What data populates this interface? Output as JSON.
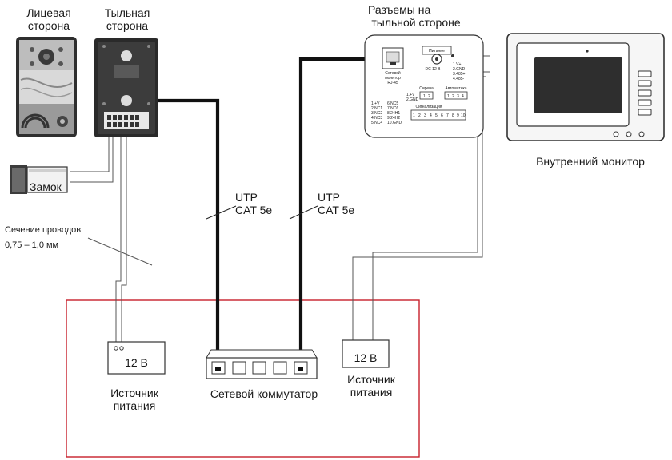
{
  "labels": {
    "front_side": [
      "Лицевая",
      "сторона"
    ],
    "rear_side": [
      "Тыльная",
      "сторона"
    ],
    "rear_connectors": [
      "Разъемы на",
      "тыльной стороне"
    ],
    "indoor_monitor": "Внутренний монитор",
    "lock": "Замок",
    "wire_section": [
      "Сечение проводов",
      "0,75 – 1,0 мм"
    ],
    "utp_left": [
      "UTP",
      "CAT 5e"
    ],
    "utp_right": [
      "UTP",
      "CAT 5e"
    ],
    "psu_left_voltage": "12 В",
    "psu_right_voltage": "12 В",
    "psu_left": [
      "Источник",
      "питания"
    ],
    "psu_right": [
      "Источник",
      "питания"
    ],
    "network_switch": "Сетевой коммутатор"
  },
  "connector_panel": {
    "rj45": [
      "Сетевой",
      "монитор",
      "RJ-45"
    ],
    "power": "Питание",
    "dc": "DC 12 В",
    "power_pins": [
      "1.V+",
      "2.GND",
      "3.485+",
      "4.485-"
    ],
    "siren_title": "Сирена",
    "siren_pins": [
      "1.+V",
      "2.GND"
    ],
    "siren_numbers": [
      "1",
      "2"
    ],
    "automation_title": "Автоматика",
    "automation_numbers": [
      "1",
      "2",
      "3",
      "4"
    ],
    "relay_col1": [
      "1.+V",
      "2.NC1",
      "3.NC2",
      "4.NC3",
      "5.NC4"
    ],
    "relay_col2": [
      "6.NC5",
      "7.NC6",
      "8.24H1",
      "9.24H2",
      "10.GND"
    ],
    "alarm_title": "Сигнализация",
    "alarm_numbers": [
      "1",
      "2",
      "3",
      "4",
      "5",
      "6",
      "7",
      "8",
      "9",
      "10"
    ]
  },
  "colors": {
    "frame_red": "#c8202a",
    "cable_black": "#111111",
    "line_gray": "#444444",
    "device_dark": "#3a3a3a"
  }
}
